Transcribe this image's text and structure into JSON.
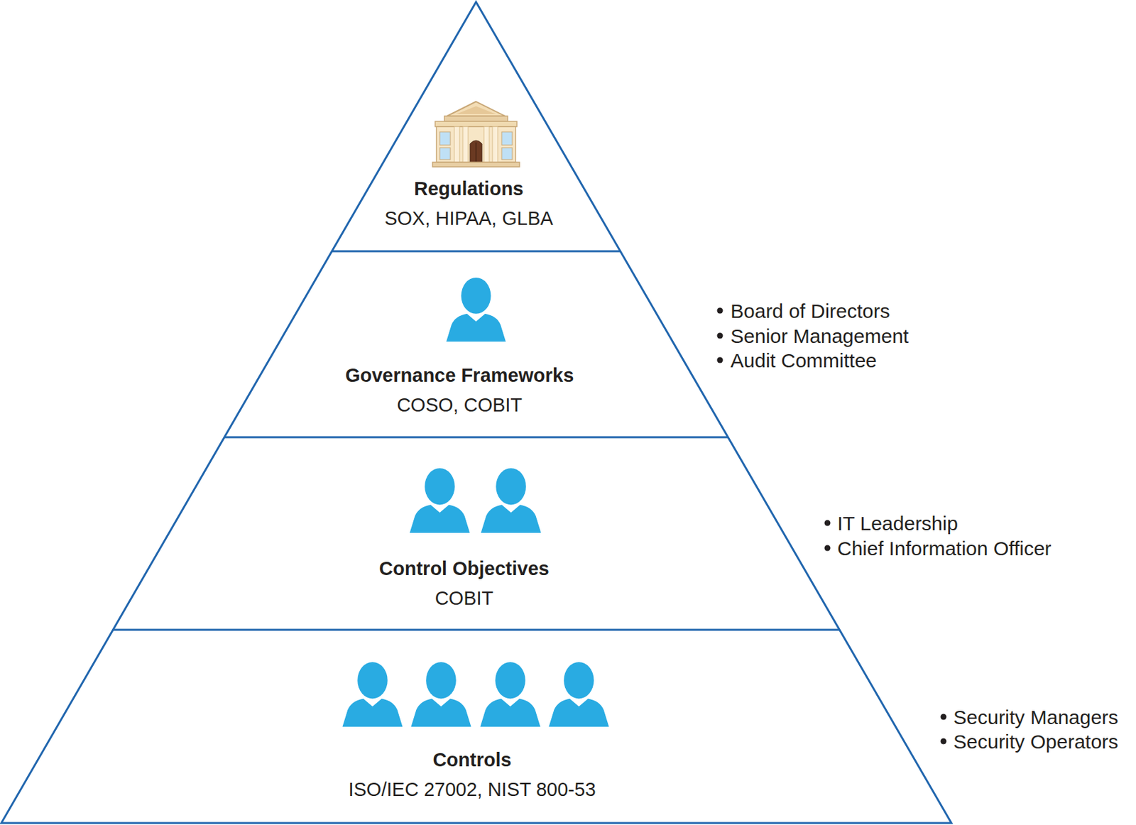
{
  "diagram": {
    "nodes": [
      {
        "text": [
          "Regulations",
          "SOX, HIPAA, GLBA"
        ]
      },
      {
        "text": [
          "Governance Frameworks",
          "COSO, COBIT"
        ]
      },
      {
        "text": [
          "Control Objectives",
          "COBIT"
        ]
      },
      {
        "text": [
          "Controls",
          "ISO/IEC 27002, NIST 800-53"
        ]
      }
    ],
    "labels": [
      "Board of Directors",
      "Senior Management",
      "Audit Committee",
      "IT Leadership",
      "Chief Information Officer",
      "Security Managers",
      "Security Operators"
    ]
  }
}
